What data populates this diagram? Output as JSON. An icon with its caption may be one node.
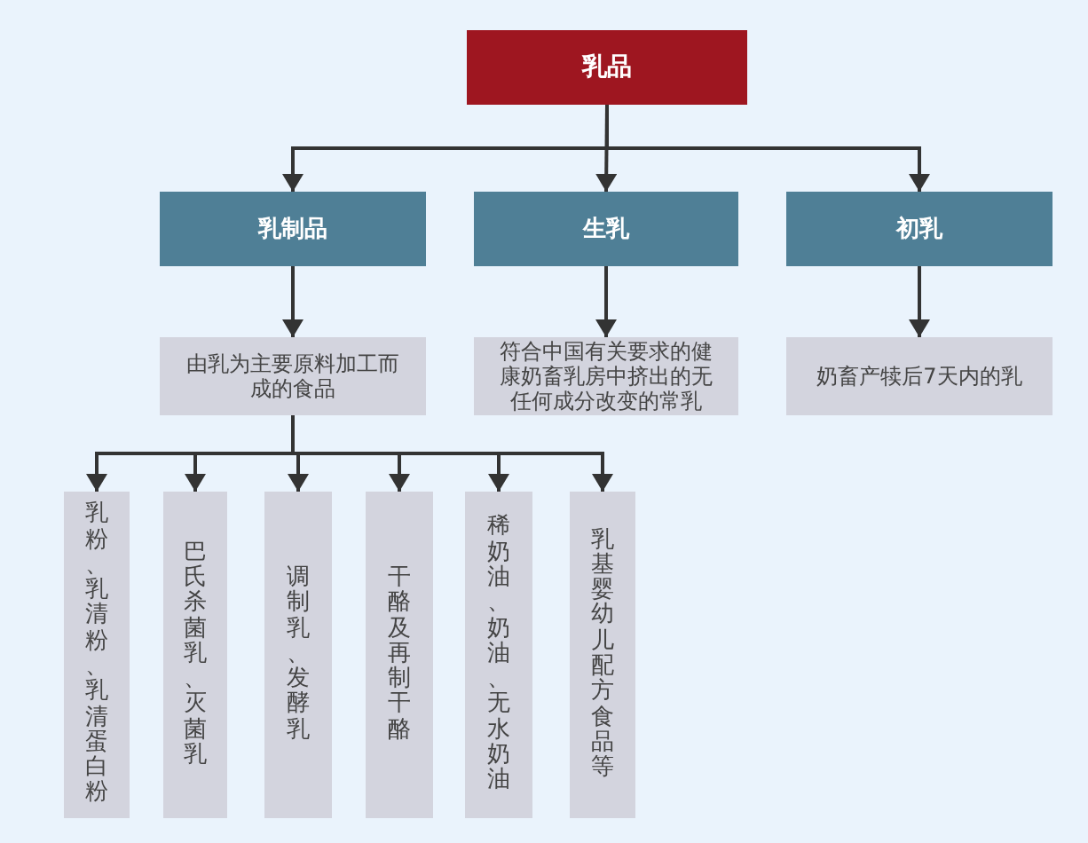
{
  "diagram": {
    "nodes": [
      {
        "text": [
          "乳品"
        ]
      },
      {
        "text": [
          "乳制品"
        ]
      },
      {
        "text": [
          "生乳"
        ]
      },
      {
        "text": [
          "初乳"
        ]
      },
      {
        "text": [
          "由乳为主要原料加工而成的食品"
        ]
      },
      {
        "text": [
          "符合中国有关要求的健康奶畜乳房中挤出的无任何成分改变的常乳"
        ]
      },
      {
        "text": [
          "奶畜产犊后7天内的乳"
        ]
      },
      {
        "text": [
          "乳粉、乳清粉、乳清蛋白粉"
        ]
      },
      {
        "text": [
          "巴氏杀菌乳、灭菌乳"
        ]
      },
      {
        "text": [
          "调制乳、发酵乳"
        ]
      },
      {
        "text": [
          "干酪及再制干酪"
        ]
      },
      {
        "text": [
          "稀奶油、奶油、无水奶油"
        ]
      },
      {
        "text": [
          "乳基婴幼儿配方食品等"
        ]
      }
    ],
    "edges": [
      {
        "from": 0,
        "to": 1,
        "arrow": "to"
      },
      {
        "from": 0,
        "to": 2,
        "arrow": "to"
      },
      {
        "from": 0,
        "to": 3,
        "arrow": "to"
      },
      {
        "from": 1,
        "to": 4,
        "arrow": "to"
      },
      {
        "from": 2,
        "to": 5,
        "arrow": "to"
      },
      {
        "from": 3,
        "to": 6,
        "arrow": "to"
      },
      {
        "from": 4,
        "to": 7,
        "arrow": "to"
      },
      {
        "from": 4,
        "to": 8,
        "arrow": "to"
      },
      {
        "from": 4,
        "to": 9,
        "arrow": "to"
      },
      {
        "from": 4,
        "to": 10,
        "arrow": "to"
      },
      {
        "from": 4,
        "to": 11,
        "arrow": "to"
      },
      {
        "from": 4,
        "to": 12,
        "arrow": "to"
      }
    ]
  }
}
